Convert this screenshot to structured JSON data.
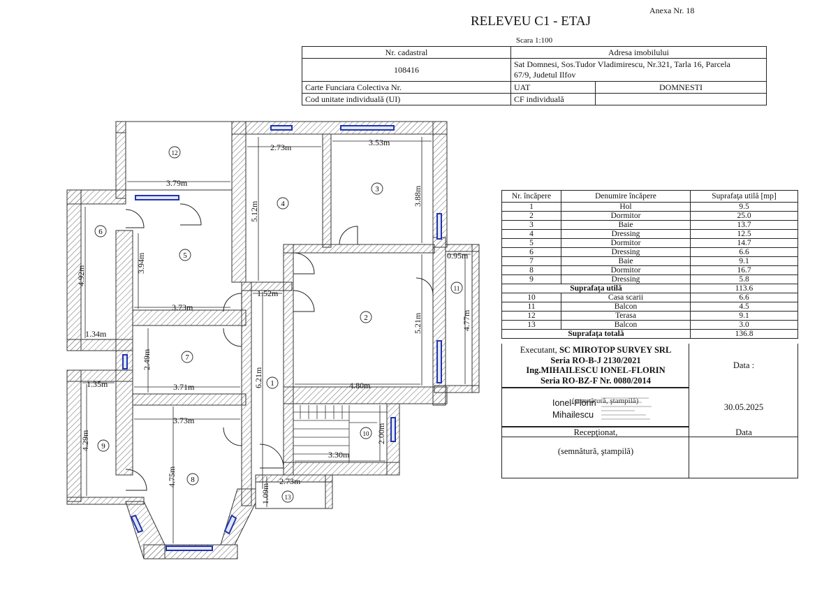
{
  "header": {
    "annex": "Anexa Nr. 18",
    "title": "RELEVEU C1 - ETAJ",
    "scale": "Scara 1:100"
  },
  "cadastral": {
    "nr_cadastral_label": "Nr. cadastral",
    "address_label": "Adresa imobilului",
    "nr_cadastral_value": "108416",
    "address_value_line1": "Sat Domnesi, Sos.Tudor Vladimirescu, Nr.321, Tarla 16, Parcela",
    "address_value_line2": "67/9, Judetul Ilfov",
    "cf_colectiva_label": "Carte Funciara Colectiva Nr.",
    "uat_label": "UAT",
    "uat_value": "DOMNESTI",
    "cod_ui_label": "Cod unitate individuală (UI)",
    "cf_individuala_label": "CF individuală"
  },
  "rooms_table": {
    "headers": [
      "Nr. încăpere",
      "Denumire încăpere",
      "Suprafaţa utilă [mp]"
    ],
    "rows": [
      [
        "1",
        "Hol",
        "9.5"
      ],
      [
        "2",
        "Dormitor",
        "25.0"
      ],
      [
        "3",
        "Baie",
        "13.7"
      ],
      [
        "4",
        "Dressing",
        "12.5"
      ],
      [
        "5",
        "Dormitor",
        "14.7"
      ],
      [
        "6",
        "Dressing",
        "6.6"
      ],
      [
        "7",
        "Baie",
        "9.1"
      ],
      [
        "8",
        "Dormitor",
        "16.7"
      ],
      [
        "9",
        "Dressing",
        "5.8"
      ]
    ],
    "subtotal_label": "Suprafaţa utilă",
    "subtotal_value": "113.6",
    "rows2": [
      [
        "10",
        "Casa scarii",
        "6.6"
      ],
      [
        "11",
        "Balcon",
        "4.5"
      ],
      [
        "12",
        "Terasa",
        "9.1"
      ],
      [
        "13",
        "Balcon",
        "3.0"
      ]
    ],
    "total_label": "Suprafaţa totală",
    "total_value": "136.8"
  },
  "executant": {
    "line1_prefix": "Executant,",
    "line1_company": "SC MIROTOP SURVEY SRL",
    "line2": "Seria RO-B-J 2130/2021",
    "line3": "Ing.MIHAILESCU IONEL-FLORIN",
    "line4": "Seria RO-BZ-F Nr. 0080/2014",
    "data_label": "Data :",
    "signature_name1": "Ionel-Florin",
    "signature_name2": "Mihailescu",
    "signature_overlay": "(semnătură, ştampilă)",
    "date_value": "30.05.2025",
    "receptionat_label": "Recepţionat,",
    "data_label2": "Data",
    "semnatura_label": "(semnătură, ştampilă)"
  },
  "plan": {
    "dimensions": {
      "d12_width": "3.79m",
      "d4_width": "2.73m",
      "d3_width": "3.53m",
      "d4_height": "5.12m",
      "d3_height": "3.88m",
      "d6_height": "4.92m",
      "d5_height": "3.94m",
      "d5_width": "3.73m",
      "d6_width": "1.34m",
      "hol_width": "1.52m",
      "d11_width": "0.95m",
      "d2_height": "5.21m",
      "d11_height": "4.77m",
      "d7_height": "2.49m",
      "d7_width": "3.71m",
      "hol_height": "6.21m",
      "d2_width": "4.80m",
      "d9_width": "1.35m",
      "d8_width": "3.73m",
      "d9_height": "4.29m",
      "d8_height": "4.75m",
      "d10_height": "2.00m",
      "d10_width": "3.30m",
      "d13_width": "2.73m",
      "d13_height": "1.09m"
    },
    "room_labels": [
      "1",
      "2",
      "3",
      "4",
      "5",
      "6",
      "7",
      "8",
      "9",
      "10",
      "11",
      "12",
      "13"
    ]
  }
}
